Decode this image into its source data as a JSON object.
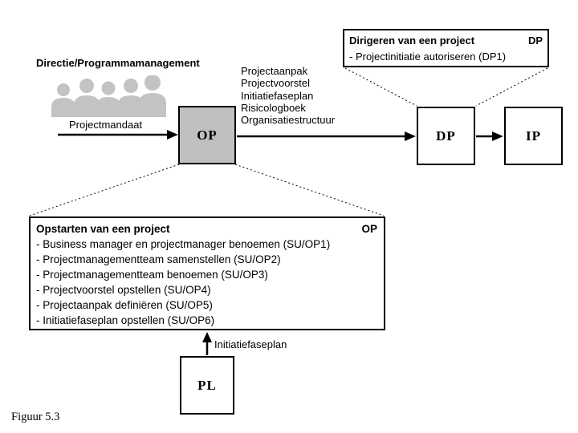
{
  "header": {
    "org_label": "Directie/Programmamanagement"
  },
  "mandate": {
    "label": "Projectmandaat"
  },
  "process_boxes": {
    "op": "OP",
    "dp": "DP",
    "ip": "IP",
    "pl": "PL"
  },
  "deliverables": {
    "items": [
      "Projectaanpak",
      "Projectvoorstel",
      "Initiatiefaseplan",
      "Risicologboek",
      "Organisatiestructuur"
    ]
  },
  "dirigeren": {
    "title": "Dirigeren van een project",
    "code": "DP",
    "items": [
      "- Projectinitiatie autoriseren (DP1)"
    ]
  },
  "opstarten": {
    "title": "Opstarten van een project",
    "code": "OP",
    "items": [
      "- Business manager en projectmanager benoemen (SU/OP1)",
      "- Projectmanagementteam samenstellen (SU/OP2)",
      "- Projectmanagementteam benoemen (SU/OP3)",
      "- Projectvoorstel opstellen (SU/OP4)",
      "- Projectaanpak definiëren (SU/OP5)",
      "- Initiatiefaseplan opstellen (SU/OP6)"
    ]
  },
  "flows": {
    "initiatiefaseplan_label": "Initiatiefaseplan"
  },
  "caption": "Figuur 5.3",
  "colors": {
    "process_box_fill": "#c0c0c0",
    "people_icon_fill": "#c3c3c3",
    "line": "#000000",
    "background": "#ffffff"
  },
  "icons": {
    "people": "people-group-icon"
  }
}
